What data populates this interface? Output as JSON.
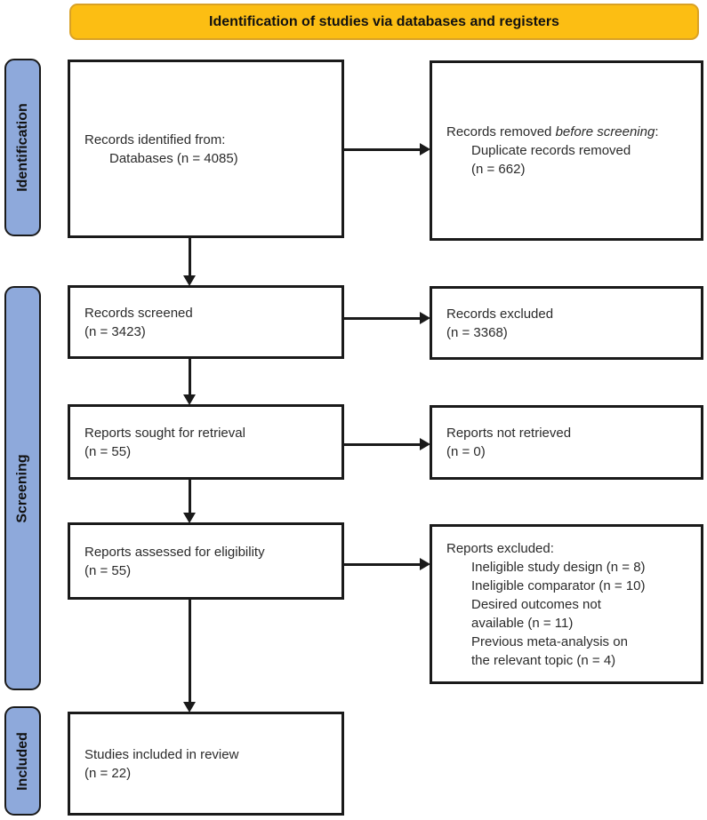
{
  "banner": {
    "label": "Identification of studies via databases and registers"
  },
  "stages": [
    {
      "label": "Identification"
    },
    {
      "label": "Screening"
    },
    {
      "label": "Included"
    }
  ],
  "boxes": {
    "records_identified": {
      "title": "Records identified from:",
      "detail": "Databases (n = 4085)"
    },
    "records_removed": {
      "pre": "Records removed ",
      "italic": "before screening",
      "post": ":",
      "detail": "Duplicate records removed\n(n = 662)"
    },
    "records_screened": {
      "lines": [
        "Records screened",
        "(n = 3423)"
      ]
    },
    "records_excluded": {
      "lines": [
        "Records excluded",
        "(n = 3368)"
      ]
    },
    "reports_sought": {
      "lines": [
        "Reports sought for retrieval",
        "(n = 55)"
      ]
    },
    "reports_not_retrieved": {
      "lines": [
        "Reports not retrieved",
        "(n = 0)"
      ]
    },
    "reports_assessed": {
      "lines": [
        "Reports assessed for eligibility",
        "(n = 55)"
      ]
    },
    "reports_excluded": {
      "title": "Reports excluded:",
      "items": [
        "Ineligible study design (n = 8)",
        "Ineligible comparator (n = 10)",
        "Desired outcomes not\navailable (n = 11)",
        "Previous meta-analysis on\nthe relevant topic (n = 4)"
      ]
    },
    "studies_included": {
      "lines": [
        "Studies included in review",
        "(n = 22)"
      ]
    }
  },
  "colors": {
    "banner_fill": "#FCBE13",
    "banner_border": "#D9A125",
    "stage_fill": "#8EA9DB",
    "box_border": "#1a1a1a",
    "text": "#2b2b2b"
  }
}
